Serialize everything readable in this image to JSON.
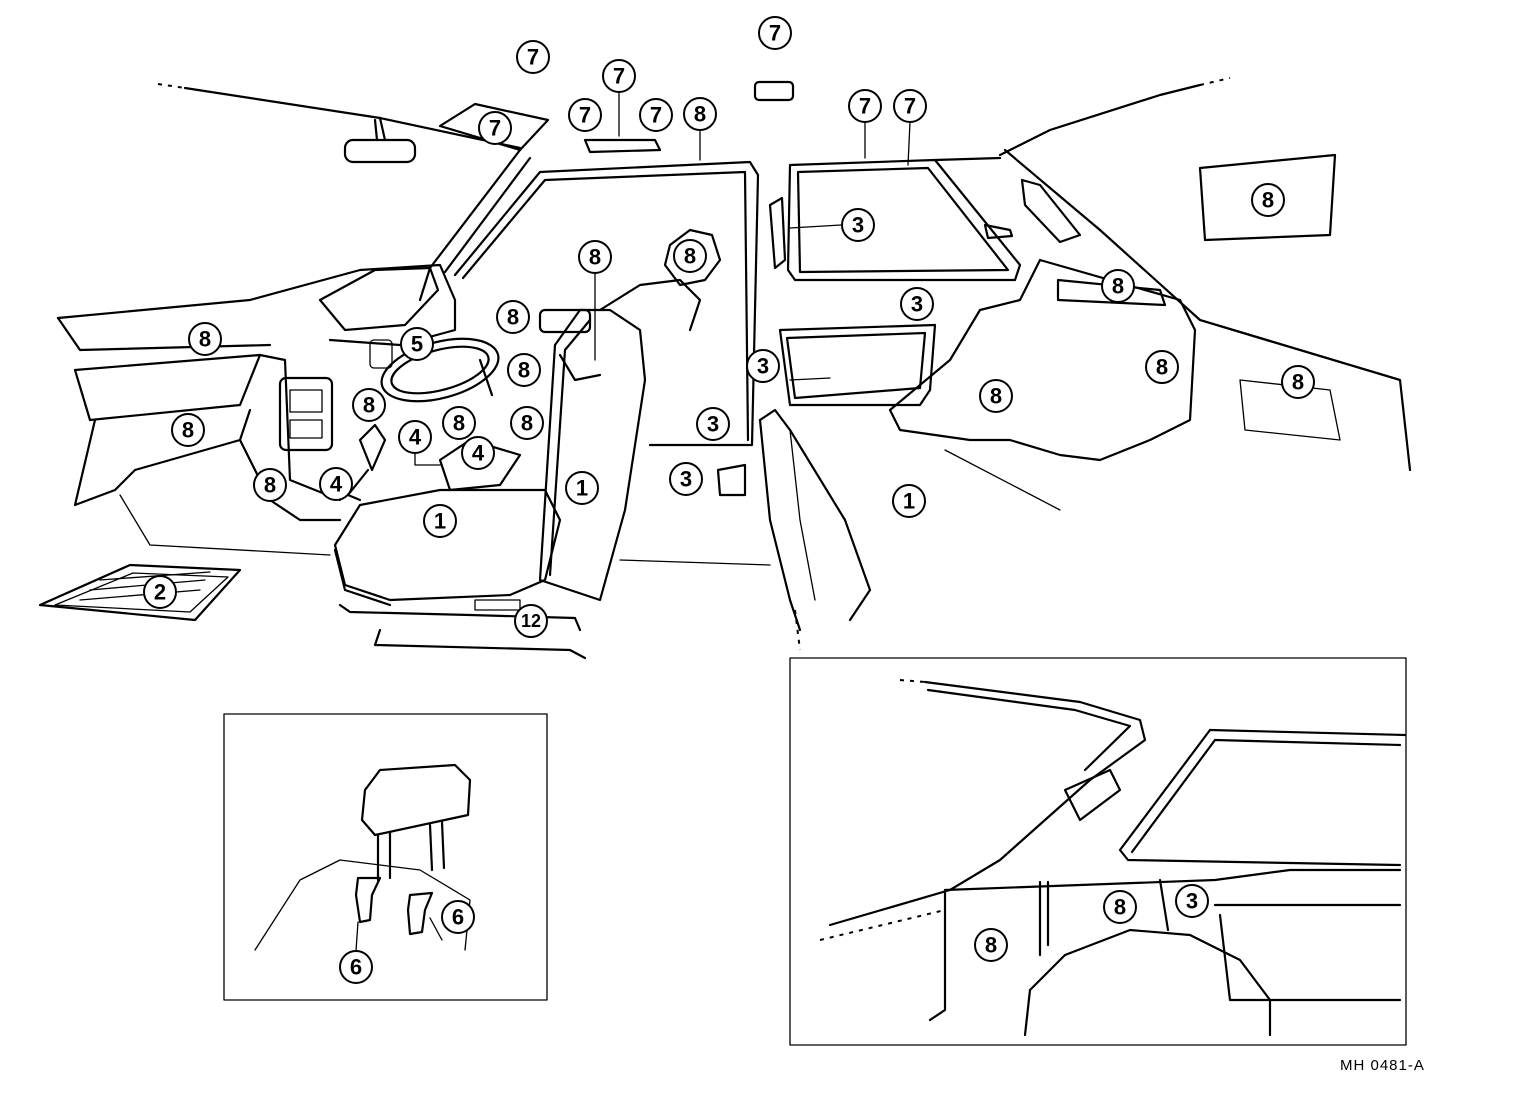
{
  "figure": {
    "code": "MH  0481-A"
  },
  "callouts": {
    "seat_cushion": "1",
    "floor_mat": "2",
    "seat_belt": "3",
    "boot": "4",
    "steering_wheel": "5",
    "headrest_support": "6",
    "roof_trim": "7",
    "trim_panel": "8",
    "seat_adjuster": "12"
  },
  "insets": {
    "headrest_detail": true,
    "rear_quarter_detail": true
  }
}
